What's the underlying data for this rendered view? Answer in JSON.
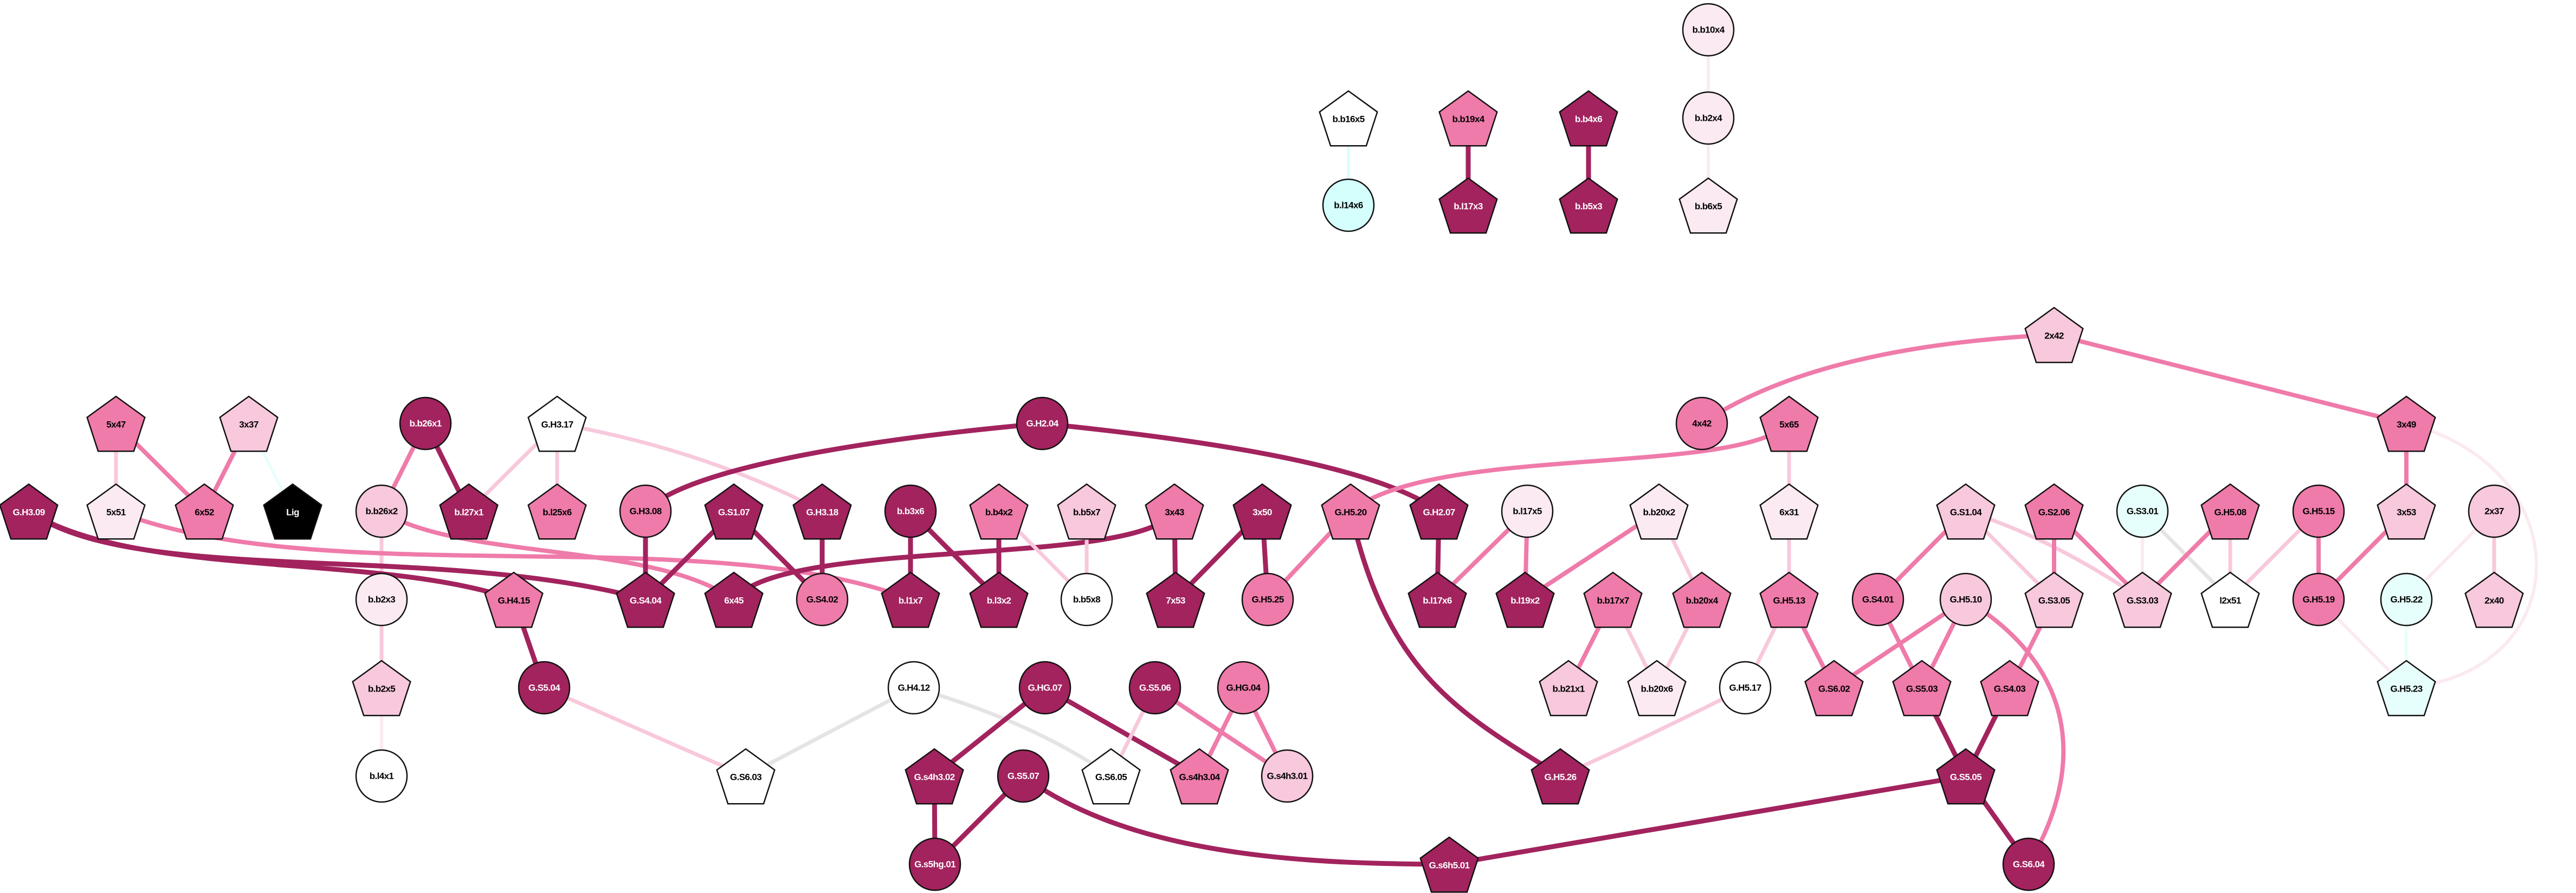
{
  "palette": {
    "dark": "#A2235E",
    "medium": "#EF7BAA",
    "light": "#F8C8DC",
    "vlight": "#FBEAF2",
    "white": "#FFFFFF",
    "cyan": "#E6FFFC",
    "cyan2": "#D4FFFD",
    "black": "#000000",
    "gray": "#E4E4E4"
  },
  "nodes": [
    {
      "id": "b.b16x5",
      "label": "b.b16x5",
      "shape": "pentagon",
      "fill": "white"
    },
    {
      "id": "b.l14x6",
      "label": "b.l14x6",
      "shape": "ellipse",
      "fill": "cyan2"
    },
    {
      "id": "b.b19x4",
      "label": "b.b19x4",
      "shape": "pentagon",
      "fill": "medium"
    },
    {
      "id": "b.l17x3",
      "label": "b.l17x3",
      "shape": "pentagon",
      "fill": "dark"
    },
    {
      "id": "b.b4x6",
      "label": "b.b4x6",
      "shape": "pentagon",
      "fill": "dark"
    },
    {
      "id": "b.b5x3",
      "label": "b.b5x3",
      "shape": "pentagon",
      "fill": "dark"
    },
    {
      "id": "b.b10x4",
      "label": "b.b10x4",
      "shape": "ellipse",
      "fill": "vlight"
    },
    {
      "id": "b.b2x4",
      "label": "b.b2x4",
      "shape": "ellipse",
      "fill": "vlight"
    },
    {
      "id": "b.b6x5",
      "label": "b.b6x5",
      "shape": "pentagon",
      "fill": "vlight"
    },
    {
      "id": "5x47",
      "label": "5x47",
      "shape": "pentagon",
      "fill": "medium"
    },
    {
      "id": "3x37",
      "label": "3x37",
      "shape": "pentagon",
      "fill": "light"
    },
    {
      "id": "b.b26x1",
      "label": "b.b26x1",
      "shape": "ellipse",
      "fill": "dark"
    },
    {
      "id": "G.H3.17",
      "label": "G.H3.17",
      "shape": "pentagon",
      "fill": "white"
    },
    {
      "id": "G.H2.04",
      "label": "G.H2.04",
      "shape": "ellipse",
      "fill": "dark"
    },
    {
      "id": "4x42",
      "label": "4x42",
      "shape": "ellipse",
      "fill": "medium"
    },
    {
      "id": "2x42",
      "label": "2x42",
      "shape": "pentagon",
      "fill": "light"
    },
    {
      "id": "5x65",
      "label": "5x65",
      "shape": "pentagon",
      "fill": "medium"
    },
    {
      "id": "3x49",
      "label": "3x49",
      "shape": "pentagon",
      "fill": "medium"
    },
    {
      "id": "G.H3.09",
      "label": "G.H3.09",
      "shape": "pentagon",
      "fill": "dark"
    },
    {
      "id": "5x51",
      "label": "5x51",
      "shape": "pentagon",
      "fill": "vlight"
    },
    {
      "id": "6x52",
      "label": "6x52",
      "shape": "pentagon",
      "fill": "medium"
    },
    {
      "id": "Lig",
      "label": "Lig",
      "shape": "pentagon",
      "fill": "black"
    },
    {
      "id": "b.b26x2",
      "label": "b.b26x2",
      "shape": "ellipse",
      "fill": "light"
    },
    {
      "id": "b.l27x1",
      "label": "b.l27x1",
      "shape": "pentagon",
      "fill": "dark"
    },
    {
      "id": "b.l25x6",
      "label": "b.l25x6",
      "shape": "pentagon",
      "fill": "medium"
    },
    {
      "id": "G.H3.08",
      "label": "G.H3.08",
      "shape": "ellipse",
      "fill": "medium"
    },
    {
      "id": "G.S1.07",
      "label": "G.S1.07",
      "shape": "pentagon",
      "fill": "dark"
    },
    {
      "id": "G.H3.18",
      "label": "G.H3.18",
      "shape": "pentagon",
      "fill": "dark"
    },
    {
      "id": "b.b3x6",
      "label": "b.b3x6",
      "shape": "ellipse",
      "fill": "dark"
    },
    {
      "id": "b.b4x2",
      "label": "b.b4x2",
      "shape": "pentagon",
      "fill": "medium"
    },
    {
      "id": "b.b5x7",
      "label": "b.b5x7",
      "shape": "pentagon",
      "fill": "light"
    },
    {
      "id": "3x43",
      "label": "3x43",
      "shape": "pentagon",
      "fill": "medium"
    },
    {
      "id": "3x50",
      "label": "3x50",
      "shape": "pentagon",
      "fill": "dark"
    },
    {
      "id": "G.H5.20",
      "label": "G.H5.20",
      "shape": "pentagon",
      "fill": "medium"
    },
    {
      "id": "G.H2.07",
      "label": "G.H2.07",
      "shape": "pentagon",
      "fill": "dark"
    },
    {
      "id": "b.l17x5",
      "label": "b.l17x5",
      "shape": "ellipse",
      "fill": "vlight"
    },
    {
      "id": "b.b20x2",
      "label": "b.b20x2",
      "shape": "pentagon",
      "fill": "vlight"
    },
    {
      "id": "6x31",
      "label": "6x31",
      "shape": "pentagon",
      "fill": "vlight"
    },
    {
      "id": "G.S1.04",
      "label": "G.S1.04",
      "shape": "pentagon",
      "fill": "light"
    },
    {
      "id": "G.S2.06",
      "label": "G.S2.06",
      "shape": "pentagon",
      "fill": "medium"
    },
    {
      "id": "G.S3.01",
      "label": "G.S3.01",
      "shape": "ellipse",
      "fill": "cyan"
    },
    {
      "id": "G.H5.08",
      "label": "G.H5.08",
      "shape": "pentagon",
      "fill": "medium"
    },
    {
      "id": "G.H5.15",
      "label": "G.H5.15",
      "shape": "ellipse",
      "fill": "medium"
    },
    {
      "id": "3x53",
      "label": "3x53",
      "shape": "pentagon",
      "fill": "light"
    },
    {
      "id": "2x37",
      "label": "2x37",
      "shape": "ellipse",
      "fill": "light"
    },
    {
      "id": "b.b2x3",
      "label": "b.b2x3",
      "shape": "ellipse",
      "fill": "vlight"
    },
    {
      "id": "G.H4.15",
      "label": "G.H4.15",
      "shape": "pentagon",
      "fill": "medium"
    },
    {
      "id": "G.S4.04",
      "label": "G.S4.04",
      "shape": "pentagon",
      "fill": "dark"
    },
    {
      "id": "6x45",
      "label": "6x45",
      "shape": "pentagon",
      "fill": "dark"
    },
    {
      "id": "G.S4.02",
      "label": "G.S4.02",
      "shape": "ellipse",
      "fill": "medium"
    },
    {
      "id": "b.l1x7",
      "label": "b.l1x7",
      "shape": "pentagon",
      "fill": "dark"
    },
    {
      "id": "b.l3x2",
      "label": "b.l3x2",
      "shape": "pentagon",
      "fill": "dark"
    },
    {
      "id": "b.b5x8",
      "label": "b.b5x8",
      "shape": "ellipse",
      "fill": "white"
    },
    {
      "id": "7x53",
      "label": "7x53",
      "shape": "pentagon",
      "fill": "dark"
    },
    {
      "id": "G.H5.25",
      "label": "G.H5.25",
      "shape": "ellipse",
      "fill": "medium"
    },
    {
      "id": "b.l17x6",
      "label": "b.l17x6",
      "shape": "pentagon",
      "fill": "dark"
    },
    {
      "id": "b.l19x2",
      "label": "b.l19x2",
      "shape": "pentagon",
      "fill": "dark"
    },
    {
      "id": "b.b17x7",
      "label": "b.b17x7",
      "shape": "pentagon",
      "fill": "medium"
    },
    {
      "id": "b.b20x4",
      "label": "b.b20x4",
      "shape": "pentagon",
      "fill": "medium"
    },
    {
      "id": "G.H5.13",
      "label": "G.H5.13",
      "shape": "pentagon",
      "fill": "medium"
    },
    {
      "id": "G.S4.01",
      "label": "G.S4.01",
      "shape": "ellipse",
      "fill": "medium"
    },
    {
      "id": "G.H5.10",
      "label": "G.H5.10",
      "shape": "ellipse",
      "fill": "light"
    },
    {
      "id": "G.S3.05",
      "label": "G.S3.05",
      "shape": "pentagon",
      "fill": "light"
    },
    {
      "id": "G.S3.03",
      "label": "G.S3.03",
      "shape": "pentagon",
      "fill": "light"
    },
    {
      "id": "l2x51",
      "label": "l2x51",
      "shape": "pentagon",
      "fill": "white"
    },
    {
      "id": "G.H5.19",
      "label": "G.H5.19",
      "shape": "ellipse",
      "fill": "medium"
    },
    {
      "id": "G.H5.22",
      "label": "G.H5.22",
      "shape": "ellipse",
      "fill": "cyan"
    },
    {
      "id": "2x40",
      "label": "2x40",
      "shape": "pentagon",
      "fill": "light"
    },
    {
      "id": "b.b2x5",
      "label": "b.b2x5",
      "shape": "pentagon",
      "fill": "light"
    },
    {
      "id": "G.S5.04",
      "label": "G.S5.04",
      "shape": "ellipse",
      "fill": "dark"
    },
    {
      "id": "G.H4.12",
      "label": "G.H4.12",
      "shape": "ellipse",
      "fill": "white"
    },
    {
      "id": "G.HG.07",
      "label": "G.HG.07",
      "shape": "ellipse",
      "fill": "dark"
    },
    {
      "id": "G.S5.06",
      "label": "G.S5.06",
      "shape": "ellipse",
      "fill": "dark"
    },
    {
      "id": "G.HG.04",
      "label": "G.HG.04",
      "shape": "ellipse",
      "fill": "medium"
    },
    {
      "id": "b.b21x1",
      "label": "b.b21x1",
      "shape": "pentagon",
      "fill": "light"
    },
    {
      "id": "b.b20x6",
      "label": "b.b20x6",
      "shape": "pentagon",
      "fill": "vlight"
    },
    {
      "id": "G.H5.17",
      "label": "G.H5.17",
      "shape": "ellipse",
      "fill": "white"
    },
    {
      "id": "G.S6.02",
      "label": "G.S6.02",
      "shape": "pentagon",
      "fill": "medium"
    },
    {
      "id": "G.S5.03",
      "label": "G.S5.03",
      "shape": "pentagon",
      "fill": "medium"
    },
    {
      "id": "G.S4.03",
      "label": "G.S4.03",
      "shape": "pentagon",
      "fill": "medium"
    },
    {
      "id": "G.H5.23",
      "label": "G.H5.23",
      "shape": "pentagon",
      "fill": "cyan"
    },
    {
      "id": "b.l4x1",
      "label": "b.l4x1",
      "shape": "ellipse",
      "fill": "white"
    },
    {
      "id": "G.S6.03",
      "label": "G.S6.03",
      "shape": "pentagon",
      "fill": "white"
    },
    {
      "id": "G.s4h3.02",
      "label": "G.s4h3.02",
      "shape": "pentagon",
      "fill": "dark"
    },
    {
      "id": "G.S5.07",
      "label": "G.S5.07",
      "shape": "ellipse",
      "fill": "dark"
    },
    {
      "id": "G.S6.05",
      "label": "G.S6.05",
      "shape": "pentagon",
      "fill": "white"
    },
    {
      "id": "G.s4h3.04",
      "label": "G.s4h3.04",
      "shape": "pentagon",
      "fill": "medium"
    },
    {
      "id": "G.s4h3.01",
      "label": "G.s4h3.01",
      "shape": "ellipse",
      "fill": "light"
    },
    {
      "id": "G.H5.26",
      "label": "G.H5.26",
      "shape": "pentagon",
      "fill": "dark"
    },
    {
      "id": "G.S5.05",
      "label": "G.S5.05",
      "shape": "pentagon",
      "fill": "dark"
    },
    {
      "id": "G.s5hg.01",
      "label": "G.s5hg.01",
      "shape": "ellipse",
      "fill": "dark"
    },
    {
      "id": "G.s6h5.01",
      "label": "G.s6h5.01",
      "shape": "pentagon",
      "fill": "dark"
    },
    {
      "id": "G.S6.04",
      "label": "G.S6.04",
      "shape": "ellipse",
      "fill": "dark"
    }
  ],
  "edges": [
    [
      "b.b16x5",
      "b.l14x6",
      "cyan2"
    ],
    [
      "b.b19x4",
      "b.l17x3",
      "dark"
    ],
    [
      "b.b4x6",
      "b.b5x3",
      "dark"
    ],
    [
      "b.b10x4",
      "b.b2x4",
      "vlight"
    ],
    [
      "b.b2x4",
      "b.b6x5",
      "vlight"
    ],
    [
      "5x47",
      "5x51",
      "light"
    ],
    [
      "5x47",
      "6x52",
      "medium"
    ],
    [
      "3x37",
      "6x52",
      "medium"
    ],
    [
      "3x37",
      "Lig",
      "cyan"
    ],
    [
      "b.b26x1",
      "b.b26x2",
      "medium"
    ],
    [
      "b.b26x1",
      "b.l27x1",
      "dark"
    ],
    [
      "G.H3.17",
      "b.l27x1",
      "light"
    ],
    [
      "G.H3.17",
      "b.l25x6",
      "light"
    ],
    [
      "G.H3.17",
      "G.H3.18",
      "light"
    ],
    [
      "b.b26x2",
      "b.b2x3",
      "light"
    ],
    [
      "b.b2x3",
      "b.b2x5",
      "light"
    ],
    [
      "b.b2x5",
      "b.l4x1",
      "vlight"
    ],
    [
      "G.H3.09",
      "G.H4.15",
      "dark"
    ],
    [
      "G.H3.09",
      "G.S4.04",
      "dark"
    ],
    [
      "5x51",
      "b.l1x7",
      "medium"
    ],
    [
      "b.b26x2",
      "6x45",
      "medium"
    ],
    [
      "G.H3.08",
      "G.S4.04",
      "dark"
    ],
    [
      "G.S1.07",
      "G.S4.04",
      "dark"
    ],
    [
      "G.S1.07",
      "G.S4.02",
      "dark"
    ],
    [
      "G.H3.18",
      "G.S4.02",
      "dark"
    ],
    [
      "G.H2.04",
      "G.H3.08",
      "dark"
    ],
    [
      "G.H2.04",
      "G.H2.07",
      "dark"
    ],
    [
      "3x43",
      "6x45",
      "dark"
    ],
    [
      "G.H4.15",
      "G.S5.04",
      "dark"
    ],
    [
      "G.S5.04",
      "G.S6.03",
      "light"
    ],
    [
      "G.H4.12",
      "G.S6.03",
      "gray"
    ],
    [
      "G.H4.12",
      "G.S6.05",
      "gray"
    ],
    [
      "b.b3x6",
      "b.l1x7",
      "dark"
    ],
    [
      "b.b3x6",
      "b.l3x2",
      "dark"
    ],
    [
      "b.b4x2",
      "b.l3x2",
      "dark"
    ],
    [
      "b.b4x2",
      "b.b5x8",
      "light"
    ],
    [
      "b.b5x7",
      "b.b5x8",
      "light"
    ],
    [
      "3x43",
      "7x53",
      "dark"
    ],
    [
      "3x50",
      "7x53",
      "dark"
    ],
    [
      "3x50",
      "G.H5.25",
      "dark"
    ],
    [
      "G.H5.20",
      "G.H5.25",
      "medium"
    ],
    [
      "G.H5.20",
      "5x65",
      "medium"
    ],
    [
      "4x42",
      "2x42",
      "medium"
    ],
    [
      "2x42",
      "3x49",
      "medium"
    ],
    [
      "G.H5.20",
      "G.H5.26",
      "dark"
    ],
    [
      "G.H2.07",
      "b.l17x6",
      "dark"
    ],
    [
      "b.l17x5",
      "b.l17x6",
      "medium"
    ],
    [
      "b.l17x5",
      "b.l19x2",
      "medium"
    ],
    [
      "b.b20x2",
      "b.l19x2",
      "medium"
    ],
    [
      "b.b20x2",
      "b.b20x4",
      "light"
    ],
    [
      "b.b17x7",
      "b.b21x1",
      "medium"
    ],
    [
      "b.b17x7",
      "b.b20x6",
      "light"
    ],
    [
      "b.b20x4",
      "b.b20x6",
      "light"
    ],
    [
      "G.HG.07",
      "G.s4h3.02",
      "dark"
    ],
    [
      "G.HG.07",
      "G.s4h3.04",
      "dark"
    ],
    [
      "G.S5.06",
      "G.S6.05",
      "light"
    ],
    [
      "G.S5.06",
      "G.s4h3.01",
      "medium"
    ],
    [
      "G.HG.04",
      "G.s4h3.04",
      "medium"
    ],
    [
      "G.HG.04",
      "G.s4h3.01",
      "medium"
    ],
    [
      "G.s4h3.02",
      "G.s5hg.01",
      "dark"
    ],
    [
      "G.S5.07",
      "G.s5hg.01",
      "dark"
    ],
    [
      "G.S5.07",
      "G.s6h5.01",
      "dark"
    ],
    [
      "G.s6h5.01",
      "G.S5.05",
      "dark"
    ],
    [
      "G.H5.26",
      "G.H5.17",
      "light"
    ],
    [
      "5x65",
      "6x31",
      "light"
    ],
    [
      "6x31",
      "G.H5.13",
      "light"
    ],
    [
      "G.H5.13",
      "G.H5.17",
      "light"
    ],
    [
      "G.H5.13",
      "G.S6.02",
      "medium"
    ],
    [
      "G.S1.04",
      "G.S4.01",
      "medium"
    ],
    [
      "G.S1.04",
      "G.S3.05",
      "light"
    ],
    [
      "G.S1.04",
      "G.S3.03",
      "light"
    ],
    [
      "G.S2.06",
      "G.S3.05",
      "medium"
    ],
    [
      "G.S2.06",
      "G.S3.03",
      "medium"
    ],
    [
      "G.S3.01",
      "G.S3.03",
      "vlight"
    ],
    [
      "G.S3.01",
      "l2x51",
      "gray"
    ],
    [
      "G.H5.08",
      "G.S3.03",
      "medium"
    ],
    [
      "G.H5.08",
      "l2x51",
      "light"
    ],
    [
      "G.H5.15",
      "l2x51",
      "light"
    ],
    [
      "G.H5.15",
      "G.H5.19",
      "medium"
    ],
    [
      "3x49",
      "3x53",
      "medium"
    ],
    [
      "3x53",
      "G.H5.19",
      "medium"
    ],
    [
      "2x37",
      "G.H5.22",
      "vlight"
    ],
    [
      "2x37",
      "2x40",
      "light"
    ],
    [
      "G.H5.19",
      "G.H5.23",
      "vlight"
    ],
    [
      "G.H5.22",
      "G.H5.23",
      "cyan"
    ],
    [
      "3x49",
      "G.H5.23",
      "vlight"
    ],
    [
      "G.S4.01",
      "G.S5.03",
      "medium"
    ],
    [
      "G.H5.10",
      "G.S6.02",
      "medium"
    ],
    [
      "G.H5.10",
      "G.S5.03",
      "medium"
    ],
    [
      "G.H5.10",
      "G.S6.04",
      "medium"
    ],
    [
      "G.S3.05",
      "G.S4.03",
      "medium"
    ],
    [
      "G.S5.03",
      "G.S5.05",
      "dark"
    ],
    [
      "G.S4.03",
      "G.S5.05",
      "dark"
    ],
    [
      "G.S5.05",
      "G.S6.04",
      "dark"
    ]
  ]
}
